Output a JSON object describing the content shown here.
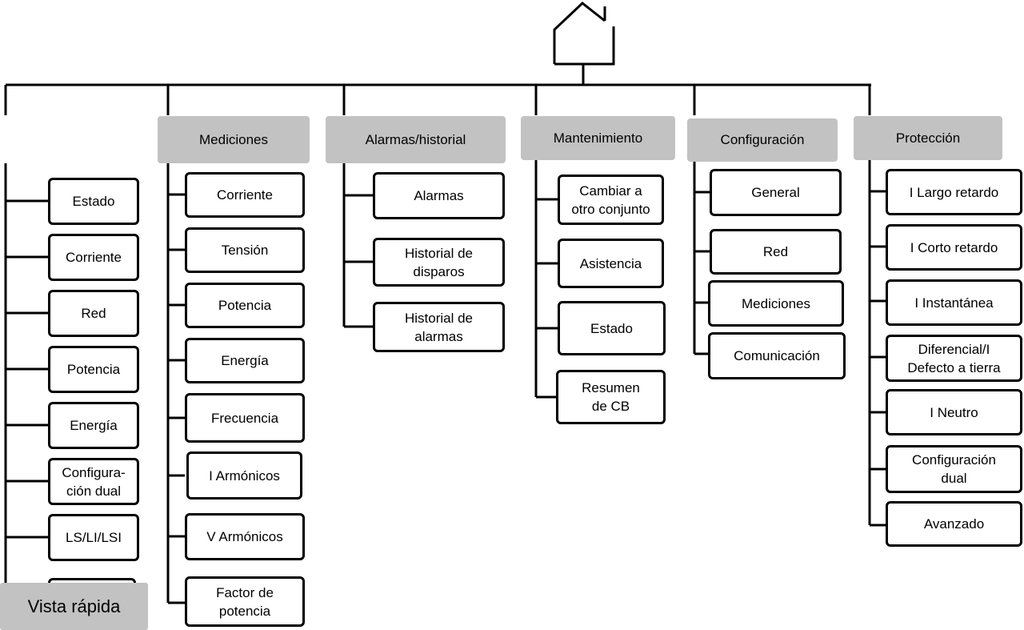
{
  "columns": [
    {
      "key": "vista",
      "header": "",
      "items": [
        "Estado",
        "Corriente",
        "Red",
        "Potencia",
        "Energía",
        "Configura-\nción dual",
        "LS/LI/LSI",
        ""
      ]
    },
    {
      "key": "mediciones",
      "header": "Mediciones",
      "items": [
        "Corriente",
        "Tensión",
        "Potencia",
        "Energía",
        "Frecuencia",
        "I Armónicos",
        "V Armónicos",
        "Factor de\npotencia"
      ]
    },
    {
      "key": "alarmas",
      "header": "Alarmas/historial",
      "items": [
        "Alarmas",
        "Historial de\ndisparos",
        "Historial de\nalarmas"
      ]
    },
    {
      "key": "mantenimiento",
      "header": "Mantenimiento",
      "items": [
        "Cambiar a\notro conjunto",
        "Asistencia",
        "Estado",
        "Resumen\nde CB"
      ]
    },
    {
      "key": "configuracion",
      "header": "Configuración",
      "items": [
        "General",
        "Red",
        "Mediciones",
        "Comunicación"
      ]
    },
    {
      "key": "proteccion",
      "header": "Protección",
      "items": [
        "I Largo retardo",
        "I Corto retardo",
        "I Instantánea",
        "Diferencial/I\nDefecto a tierra",
        "I Neutro",
        "Configuración\ndual",
        "Avanzado"
      ]
    }
  ],
  "quick_view_label": "Vista rápida",
  "home_icon": "house-icon"
}
